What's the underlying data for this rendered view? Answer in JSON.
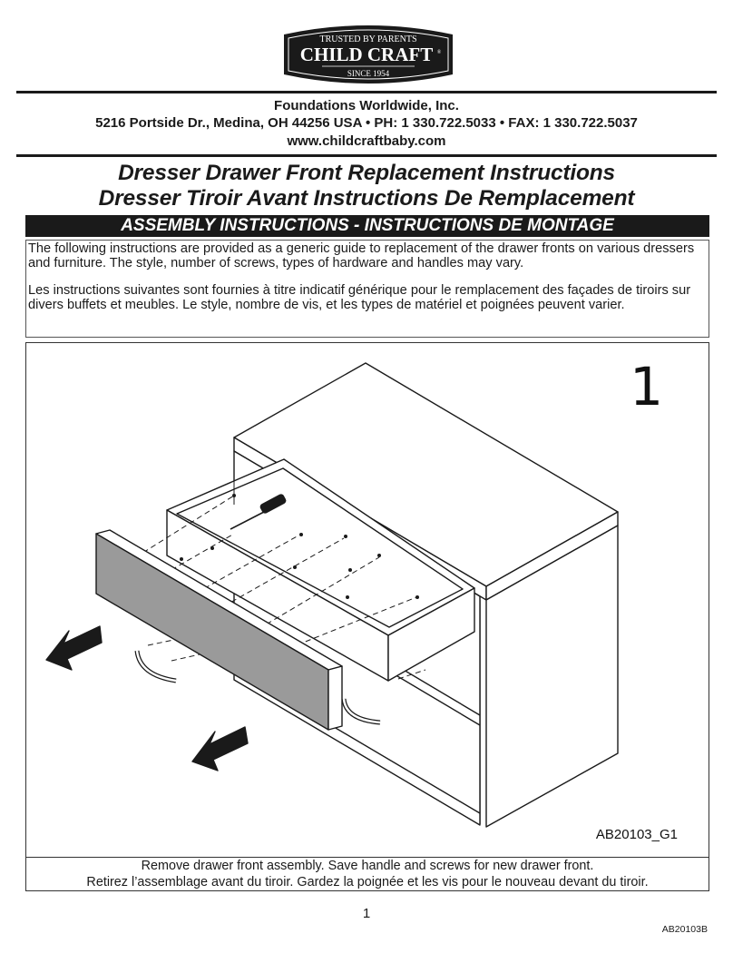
{
  "logo": {
    "top_text": "TRUSTED BY PARENTS",
    "brand": "CHILD CRAFT",
    "bottom_text": "SINCE 1954",
    "trademark": "®"
  },
  "company": {
    "name": "Foundations Worldwide, Inc.",
    "address_line": "5216 Portside Dr., Medina, OH 44256 USA • PH: 1 330.722.5033 •  FAX: 1 330.722.5037",
    "website": "www.childcraftbaby.com"
  },
  "titles": {
    "english": "Dresser Drawer Front Replacement Instructions",
    "french": "Dresser Tiroir Avant Instructions De Remplacement"
  },
  "banner": "ASSEMBLY INSTRUCTIONS - INSTRUCTIONS DE MONTAGE",
  "intro": {
    "english": "The following instructions are provided as a generic guide to replacement of the drawer fronts on various dressers and furniture. The style, number of screws, types of hardware and handles may vary.",
    "french": "Les instructions suivantes sont fournies à titre indicatif générique pour le remplacement des façades de tiroirs sur divers buffets et meubles. Le style, nombre de vis, et les types de matériel et poignées peuvent varier."
  },
  "figure": {
    "step_number": "1",
    "figure_code": "AB20103_G1"
  },
  "caption": {
    "english": "Remove drawer front assembly. Save handle and screws for new drawer front.",
    "french": "Retirez l’assemblage avant du tiroir. Gardez la poignée et les vis pour le nouveau devant du tiroir."
  },
  "footer": {
    "page_number": "1",
    "document_code": "AB20103B"
  }
}
